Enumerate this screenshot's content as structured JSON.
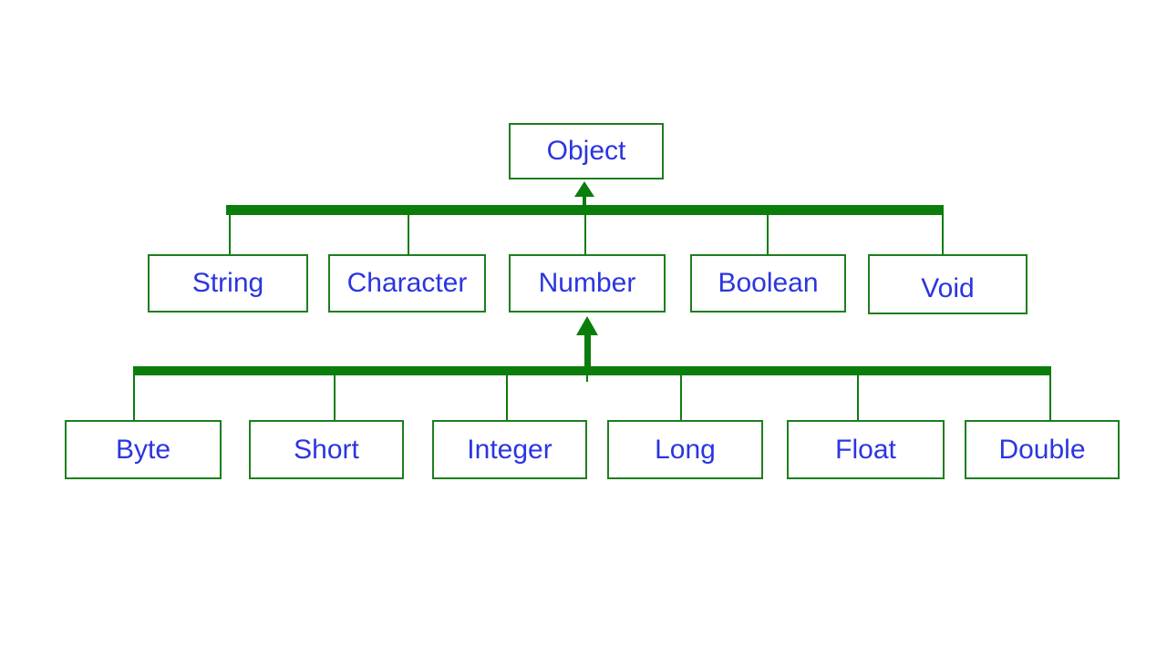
{
  "diagram": {
    "description": "Java wrapper class hierarchy diagram",
    "colors": {
      "line_green": "#0b7d0b",
      "border_green": "#1e7e1e",
      "text_blue": "#2b35e0",
      "background": "#ffffff"
    },
    "nodes": {
      "object": "Object",
      "string": "String",
      "character": "Character",
      "number": "Number",
      "boolean": "Boolean",
      "void": "Void",
      "byte": "Byte",
      "short": "Short",
      "integer": "Integer",
      "long": "Long",
      "float": "Float",
      "double": "Double"
    },
    "hierarchy": {
      "root": "Object",
      "object_children": [
        "String",
        "Character",
        "Number",
        "Boolean",
        "Void"
      ],
      "number_children": [
        "Byte",
        "Short",
        "Integer",
        "Long",
        "Float",
        "Double"
      ]
    }
  }
}
